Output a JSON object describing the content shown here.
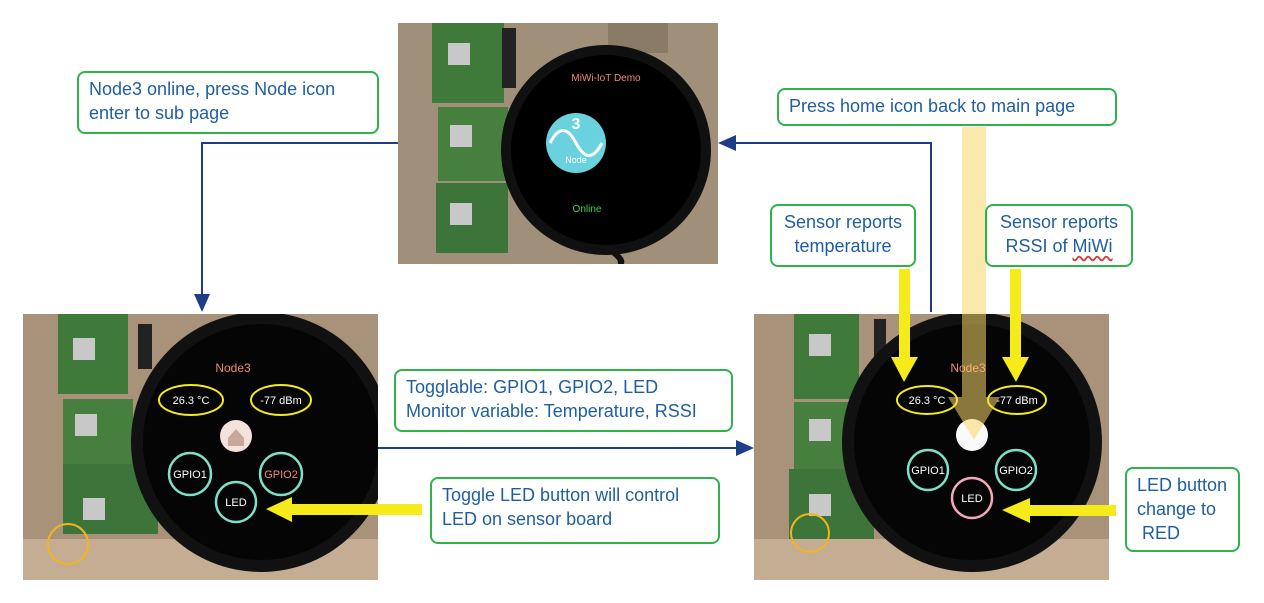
{
  "top_photo": {
    "title": "MiWi-IoT Demo",
    "node_number": "3",
    "node_label": "Node",
    "status": "Online"
  },
  "left_photo": {
    "node_title": "Node3",
    "temperature": "26.3 °C",
    "rssi": "-77 dBm",
    "gpio1": "GPIO1",
    "gpio2": "GPIO2",
    "led": "LED"
  },
  "right_photo": {
    "node_title": "Node3",
    "temperature": "26.3 °C",
    "rssi": "-77 dBm",
    "gpio1": "GPIO1",
    "gpio2": "GPIO2",
    "led": "LED"
  },
  "callouts": {
    "node_online": [
      "Node3 online, press Node icon",
      "enter to sub page"
    ],
    "home_icon": [
      "Press home icon back to main page"
    ],
    "sensor_temp": [
      "Sensor reports",
      "temperature"
    ],
    "sensor_rssi_line1": "Sensor reports",
    "sensor_rssi_line2_prefix": "RSSI of ",
    "sensor_rssi_line2_word": "MiWi",
    "togglable": [
      "Togglable: GPIO1, GPIO2, LED",
      "Monitor variable: Temperature, RSSI"
    ],
    "toggle_led": [
      "Toggle LED button will control",
      "LED on sensor board"
    ],
    "led_red": [
      "LED button",
      "change to",
      " RED"
    ]
  },
  "colors": {
    "callout_border": "#2db34a",
    "callout_text": "#1f5fa0",
    "connector": "#1f3c88",
    "arrow_yellow": "#f5ea1a",
    "highlight_circle": "#f2b51c"
  }
}
